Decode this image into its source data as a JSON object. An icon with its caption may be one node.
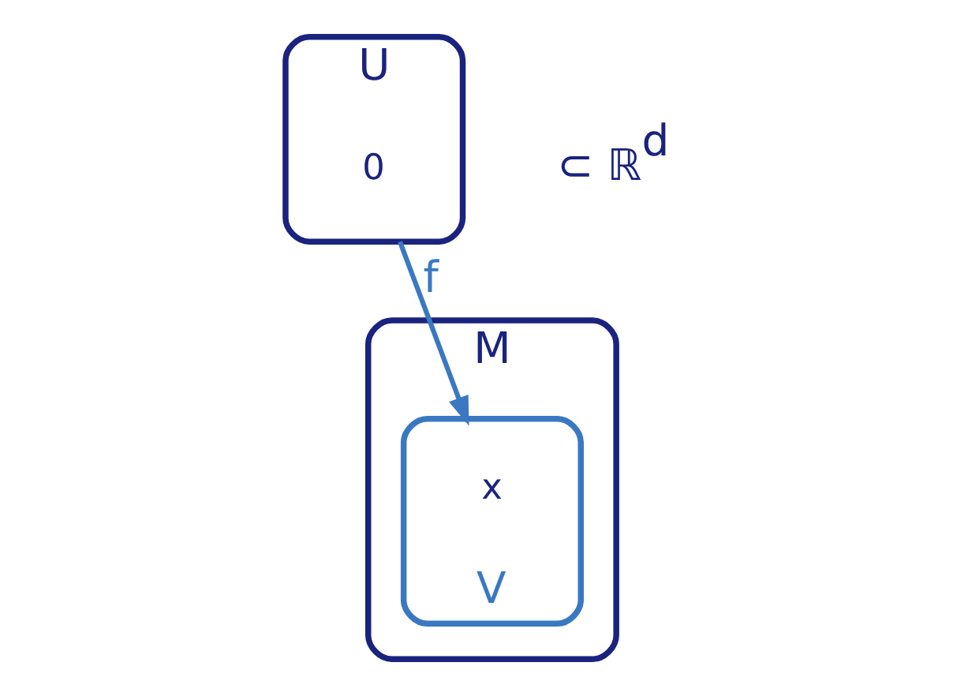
{
  "diagram": {
    "nodes": [
      {
        "text": [
          "M"
        ]
      },
      {
        "text": [
          "V"
        ],
        "in": 0
      },
      {
        "text": [
          "x"
        ],
        "in": 1
      },
      {
        "text": [
          "U"
        ],
        "beside": [
          "⊂ ℝ$^{d}$"
        ]
      },
      {
        "text": [
          "0"
        ],
        "in": 3
      }
    ],
    "edges": [
      {
        "from": 3,
        "to": 1,
        "arrow": "to",
        "label": "f",
        "color": "#3a78c2"
      }
    ]
  }
}
